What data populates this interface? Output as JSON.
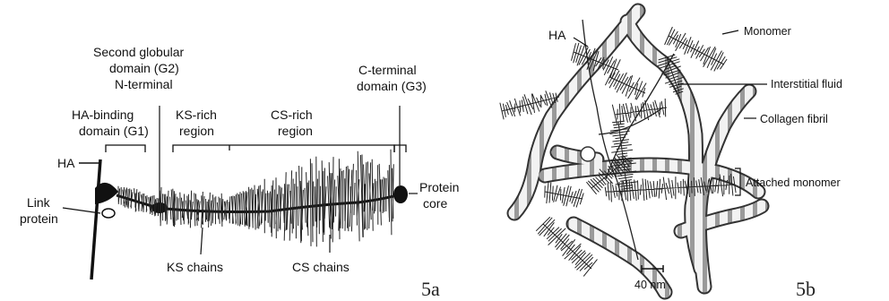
{
  "panel_a": {
    "tag": "5a",
    "labels": {
      "ha": "HA",
      "link_protein_1": "Link",
      "link_protein_2": "protein",
      "g1_1": "HA-binding",
      "g1_2": "domain (G1)",
      "g2_1": "Second globular",
      "g2_2": "domain (G2)",
      "n_terminal": "N-terminal",
      "ks_region_1": "KS-rich",
      "ks_region_2": "region",
      "cs_region_1": "CS-rich",
      "cs_region_2": "region",
      "g3_1": "C-terminal",
      "g3_2": "domain (G3)",
      "core_1": "Protein",
      "core_2": "core",
      "ks_chains": "KS chains",
      "cs_chains": "CS chains"
    }
  },
  "panel_b": {
    "tag": "5b",
    "labels": {
      "ha": "HA",
      "monomer": "Monomer",
      "interstitial": "Interstitial fluid",
      "collagen": "Collagen fibril",
      "attached": "Attached monomer",
      "scale": "40 nm"
    }
  }
}
